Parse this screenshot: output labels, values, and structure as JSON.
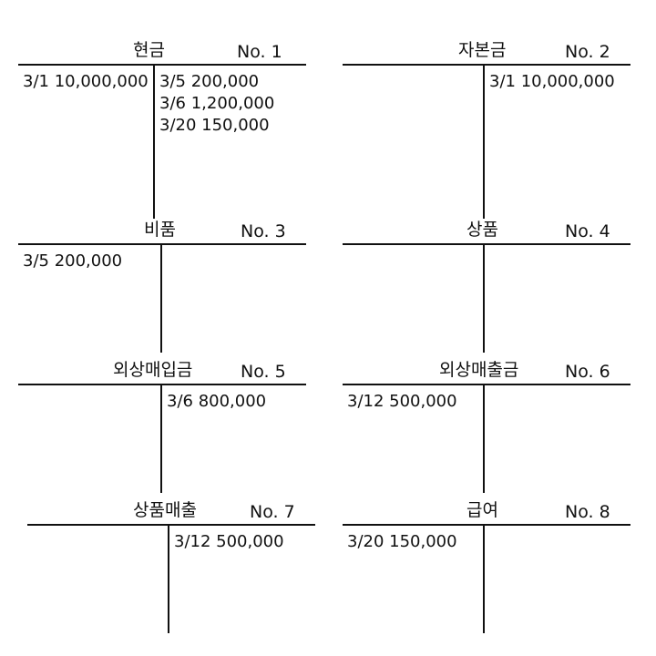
{
  "accounts": [
    {
      "name": "현금",
      "no": "No. 1",
      "debit": [
        "3/1 10,000,000"
      ],
      "credit": [
        "3/5 200,000",
        "3/6 1,200,000",
        "3/20 150,000"
      ]
    },
    {
      "name": "자본금",
      "no": "No. 2",
      "debit": [],
      "credit": [
        "3/1 10,000,000"
      ]
    },
    {
      "name": "비품",
      "no": "No. 3",
      "debit": [
        "3/5 200,000"
      ],
      "credit": []
    },
    {
      "name": "상품",
      "no": "No. 4",
      "debit": [],
      "credit": []
    },
    {
      "name": "외상매입금",
      "no": "No. 5",
      "debit": [],
      "credit": [
        "3/6 800,000"
      ]
    },
    {
      "name": "외상매출금",
      "no": "No. 6",
      "debit": [
        "3/12 500,000"
      ],
      "credit": []
    },
    {
      "name": "상품매출",
      "no": "No. 7",
      "debit": [],
      "credit": [
        "3/12 500,000"
      ]
    },
    {
      "name": "급여",
      "no": "No. 8",
      "debit": [
        "3/20 150,000"
      ],
      "credit": []
    }
  ]
}
